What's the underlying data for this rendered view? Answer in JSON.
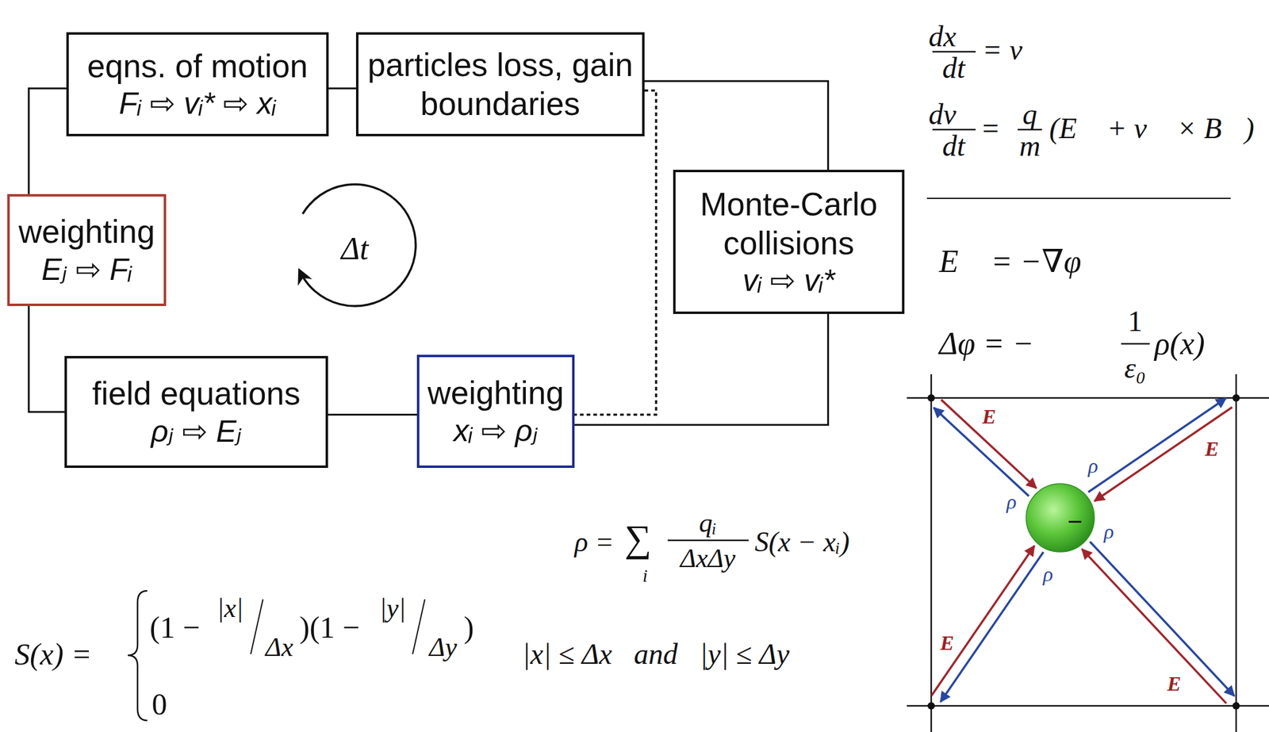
{
  "diagram": {
    "nodes": [
      {
        "text": [
          "eqns. of motion",
          "Fᵢ ⇨ vᵢ* ⇨ xᵢ"
        ]
      },
      {
        "text": [
          "particles loss, gain boundaries"
        ]
      },
      {
        "text": [
          "weighting",
          "Eⱼ ⇨ Fᵢ"
        ]
      },
      {
        "text": [
          "Monte-Carlo collisions",
          "vᵢ ⇨ vᵢ*"
        ]
      },
      {
        "text": [
          "field equations",
          "ρⱼ ⇨ Eⱼ"
        ]
      },
      {
        "text": [
          "weighting",
          "xᵢ ⇨ ρⱼ"
        ]
      }
    ],
    "edges": [
      {
        "from": 0,
        "to": 1,
        "arrow": "none"
      },
      {
        "from": 1,
        "to": 3,
        "arrow": "none"
      },
      {
        "from": 3,
        "to": 5,
        "arrow": "none"
      },
      {
        "from": 5,
        "to": 4,
        "arrow": "none"
      },
      {
        "from": 4,
        "to": 2,
        "arrow": "none"
      },
      {
        "from": 2,
        "to": 0,
        "arrow": "none"
      },
      {
        "from": 1,
        "to": 5,
        "arrow": "none"
      }
    ],
    "labels": [
      "Δt",
      "dx⃗",
      "dt",
      "= v⃗",
      "dv⃗",
      "dt",
      "=",
      "q",
      "m",
      "(E⃗ + v⃗ × B⃗)",
      "E⃗ = −∇φ",
      "Δφ = −",
      "1",
      "ε₀",
      "ρ(x)",
      "ρ =",
      "∑",
      "i",
      "qᵢ",
      "ΔxΔy",
      "S(x − xᵢ)",
      "S(x) =",
      "(1 −",
      "|x|",
      "Δx",
      ")(1 −",
      "|y|",
      "Δy",
      ")",
      "|x| ≤ Δx   and   |y| ≤ Δy",
      "0",
      "E",
      "E",
      "E",
      "E",
      "ρ",
      "ρ",
      "ρ",
      "ρ",
      "−"
    ]
  }
}
